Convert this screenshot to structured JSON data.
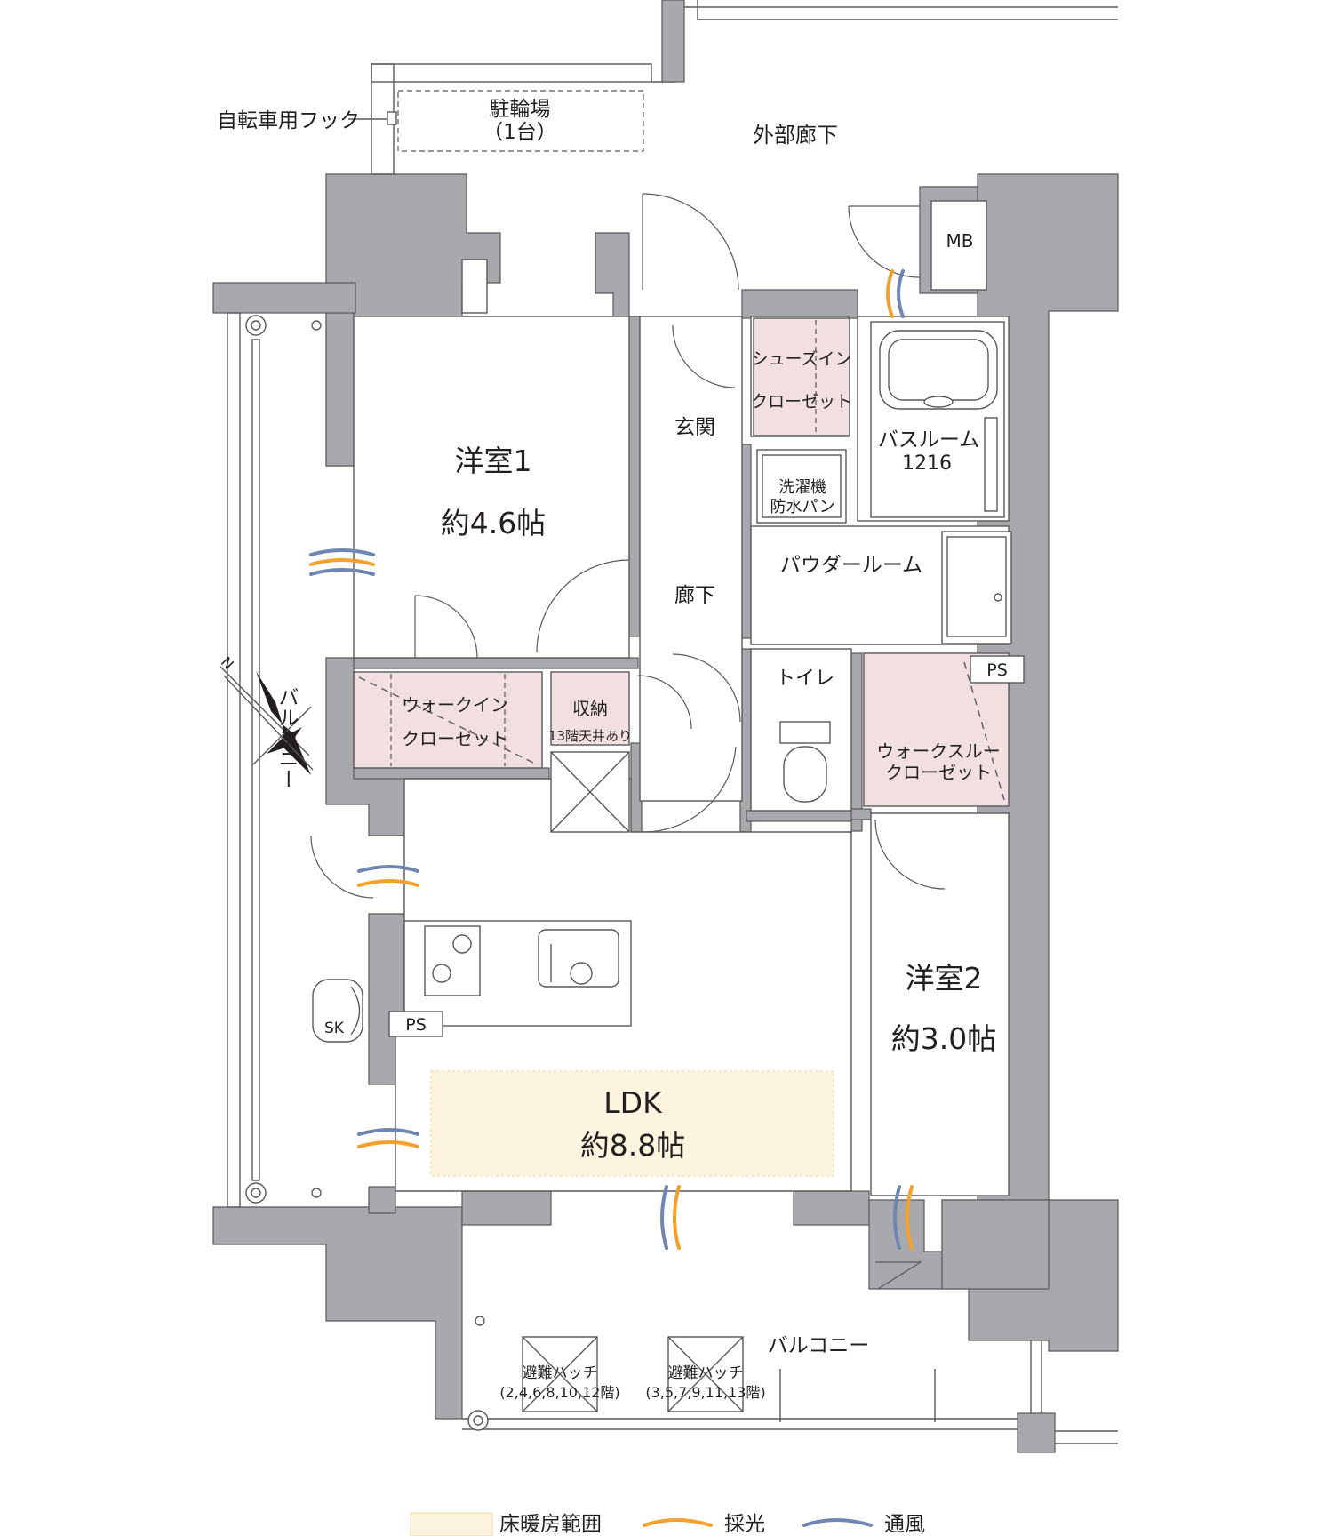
{
  "colors": {
    "wall": "#a7a9ac",
    "closet": "#f2e0e0",
    "floor_heating": "#fdf4df",
    "light": "#f3a12c",
    "wind": "#6f86b5"
  },
  "labels": {
    "bicycle_hook": "自転車用フック",
    "parking": "駐輪場",
    "parking_count": "（1台）",
    "outer_corridor": "外部廊下",
    "mb": "MB",
    "room1_name": "洋室1",
    "room1_size": "約4.6帖",
    "entrance": "玄関",
    "shoe_closet_1": "シューズイン",
    "shoe_closet_2": "クローゼット",
    "bathroom": "バスルーム",
    "bath_size": "1216",
    "washer_1": "洗濯機",
    "washer_2": "防水パン",
    "powder_room": "パウダールーム",
    "hallway": "廊下",
    "ps_upper": "PS",
    "toilet": "トイレ",
    "walkin_1": "ウォークイン",
    "walkin_2": "クローゼット",
    "storage": "収納",
    "storage_note": "13階天井あり",
    "walkthrough_1": "ウォークスルー",
    "walkthrough_2": "クローゼット",
    "balcony_west": "バルコニー",
    "room2_name": "洋室2",
    "room2_size": "約3.0帖",
    "sk": "SK",
    "ps_lower": "PS",
    "ldk_name": "LDK",
    "ldk_size": "約8.8帖",
    "balcony_south": "バルコニー",
    "hatch1_name": "避難ハッチ",
    "hatch1_floors": "(2,4,6,8,10,12階)",
    "hatch2_name": "避難ハッチ",
    "hatch2_floors": "(3,5,7,9,11,13階)",
    "north": "N"
  },
  "legend": {
    "floor_heating": "床暖房範囲",
    "light": "採光",
    "wind": "通風"
  }
}
